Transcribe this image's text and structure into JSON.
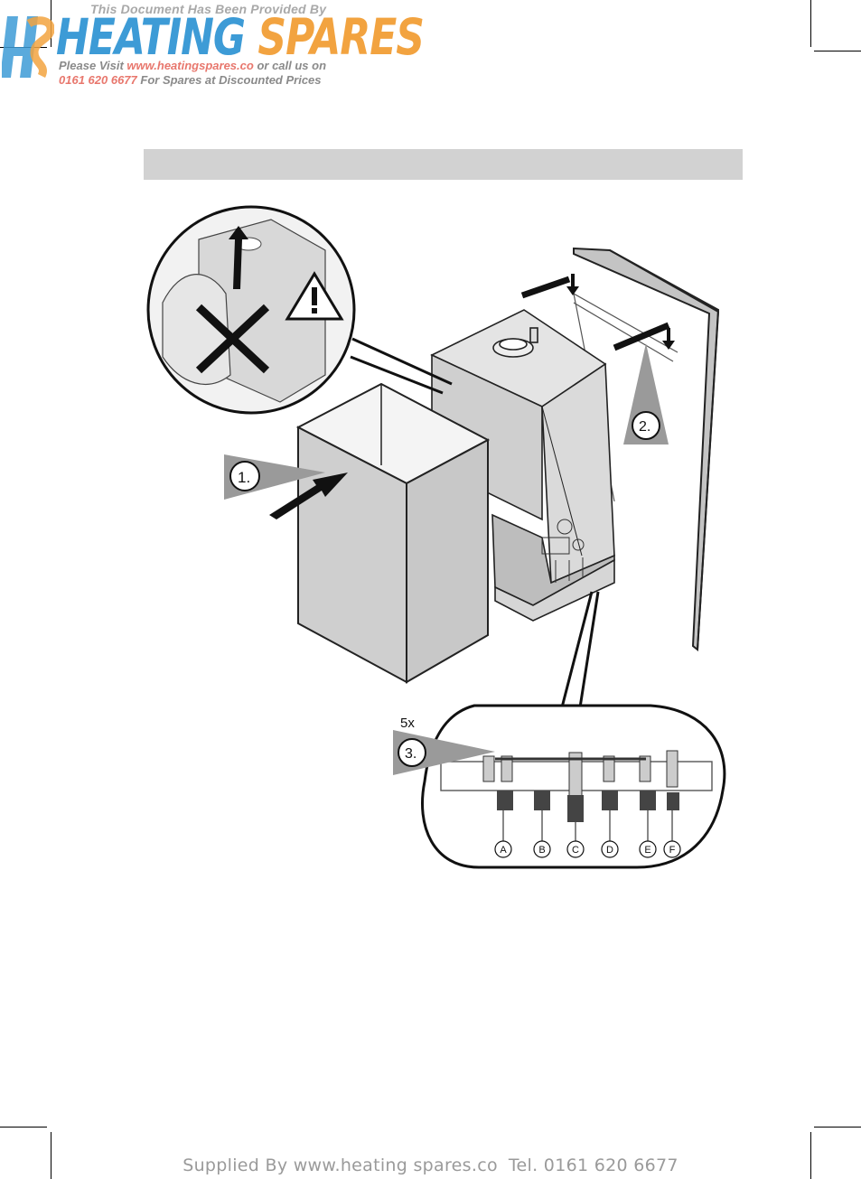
{
  "logo": {
    "provided_by": "This Document Has Been Provided By",
    "brand_part1": "HEATING",
    "brand_part2": "SPARES",
    "visit_prefix": "Please Visit",
    "url": "www.heatingspares.co",
    "visit_suffix": "or call us on",
    "phone": "0161 620 6677",
    "phone_suffix": "For Spares at Discounted Prices"
  },
  "figure": {
    "step1": "1.",
    "step2": "2.",
    "step3": "3.",
    "quantity": "5x",
    "connectors": [
      "A",
      "B",
      "C",
      "D",
      "E",
      "F"
    ]
  },
  "footer": {
    "supplied": "Supplied By www.heating spares.co",
    "tel": "Tel. 0161 620 6677"
  },
  "colors": {
    "brand_blue": "#3d9bd6",
    "brand_orange": "#f2a340",
    "panel_grey": "#cfcfcf",
    "header_bar": "#d2d2d2"
  }
}
